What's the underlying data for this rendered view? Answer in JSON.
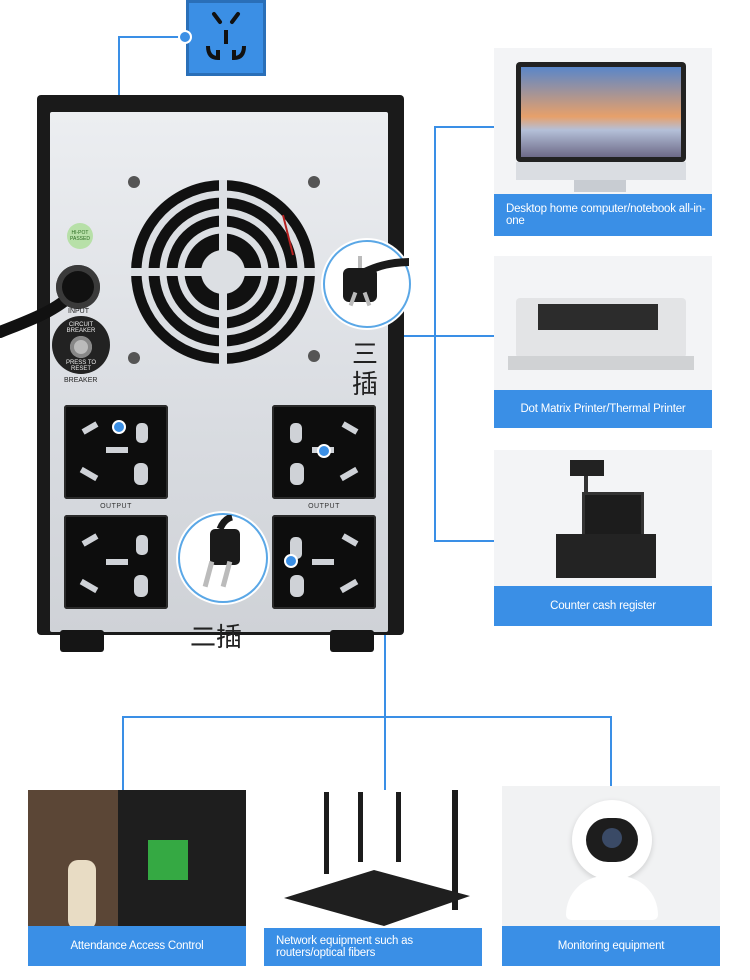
{
  "ups": {
    "hipot_label": "HI-POT PASSED",
    "input_label": "INPUT",
    "breaker_ring_text": "CIRCUIT BREAKER",
    "breaker_reset_text": "PRESS TO RESET",
    "breaker_label": "BREAKER",
    "output_label_left": "OUTPUT",
    "output_label_right": "OUTPUT"
  },
  "plug_labels": {
    "three_pin": "三插",
    "two_pin": "二插"
  },
  "devices": {
    "desktop": "Desktop home computer/notebook all-in-one",
    "printer": "Dot Matrix Printer/Thermal Printer",
    "register": "Counter cash register",
    "attendance": "Attendance Access Control",
    "network": "Network equipment such as routers/optical fibers",
    "monitoring": "Monitoring equipment"
  },
  "colors": {
    "accent": "#3a8fe6",
    "ups_body": "#1a1a1a",
    "ups_panel": "#dcdfe3"
  }
}
